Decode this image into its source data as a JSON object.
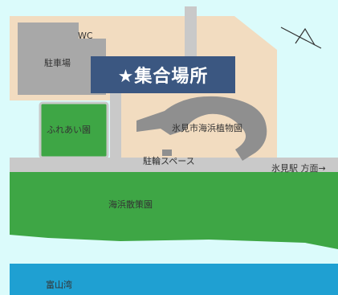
{
  "colors": {
    "background": "#dbfbfb",
    "land": "#f2dcc0",
    "road": "#c9c9c9",
    "parking": "#a8a8a8",
    "park": "#3ea645",
    "sea": "#1fa0d2",
    "banner": "#3b5781",
    "building": "#8f8f8f"
  },
  "labels": {
    "wc": "WC",
    "parking": "駐車場",
    "meeting_point": "★集合場所",
    "fureai_park": "ふれあい園",
    "botanical_garden": "氷見市海浜植物園",
    "bicycle_parking": "駐輪スペース",
    "himi_station": "氷見駅 方面→",
    "beach_park": "海浜散策園",
    "toyama_bay": "富山湾"
  },
  "icons": {
    "north_arrow": "north-arrow-icon"
  }
}
